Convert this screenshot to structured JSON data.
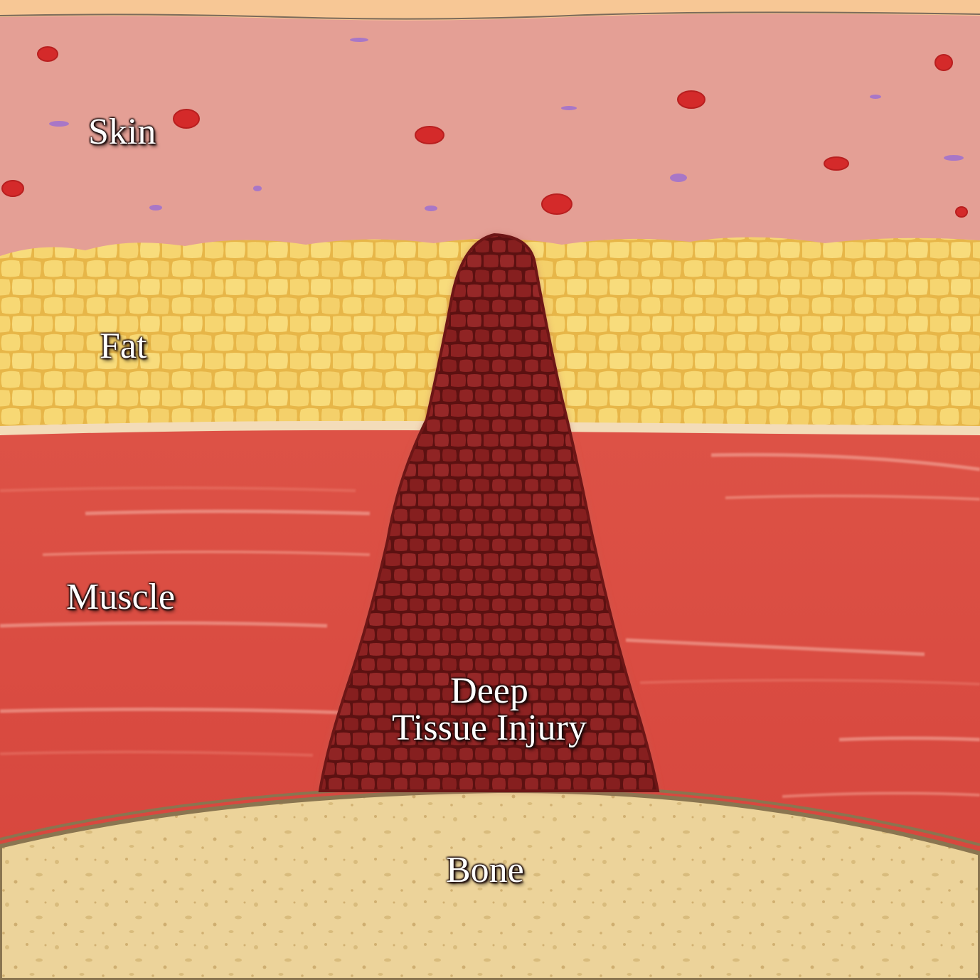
{
  "labels": {
    "skin": "Skin",
    "fat": "Fat",
    "muscle": "Muscle",
    "injury_line1": "Deep",
    "injury_line2": "Tissue Injury",
    "bone": "Bone"
  },
  "colors": {
    "epidermis": "#f7c795",
    "skin": "#e49f95",
    "fat_fill": "#f6d46a",
    "fat_outline": "#e9b84a",
    "fascia": "#f3dcb9",
    "muscle": "#d94c42",
    "muscle_streak": "#f4a79a",
    "injury_fill": "#8a1e1e",
    "injury_outline": "#5a1010",
    "bone": "#ecd39a",
    "bone_outline": "#8a7550",
    "blood_cell": "#d42a2a",
    "purple_cell": "#a877c7"
  }
}
